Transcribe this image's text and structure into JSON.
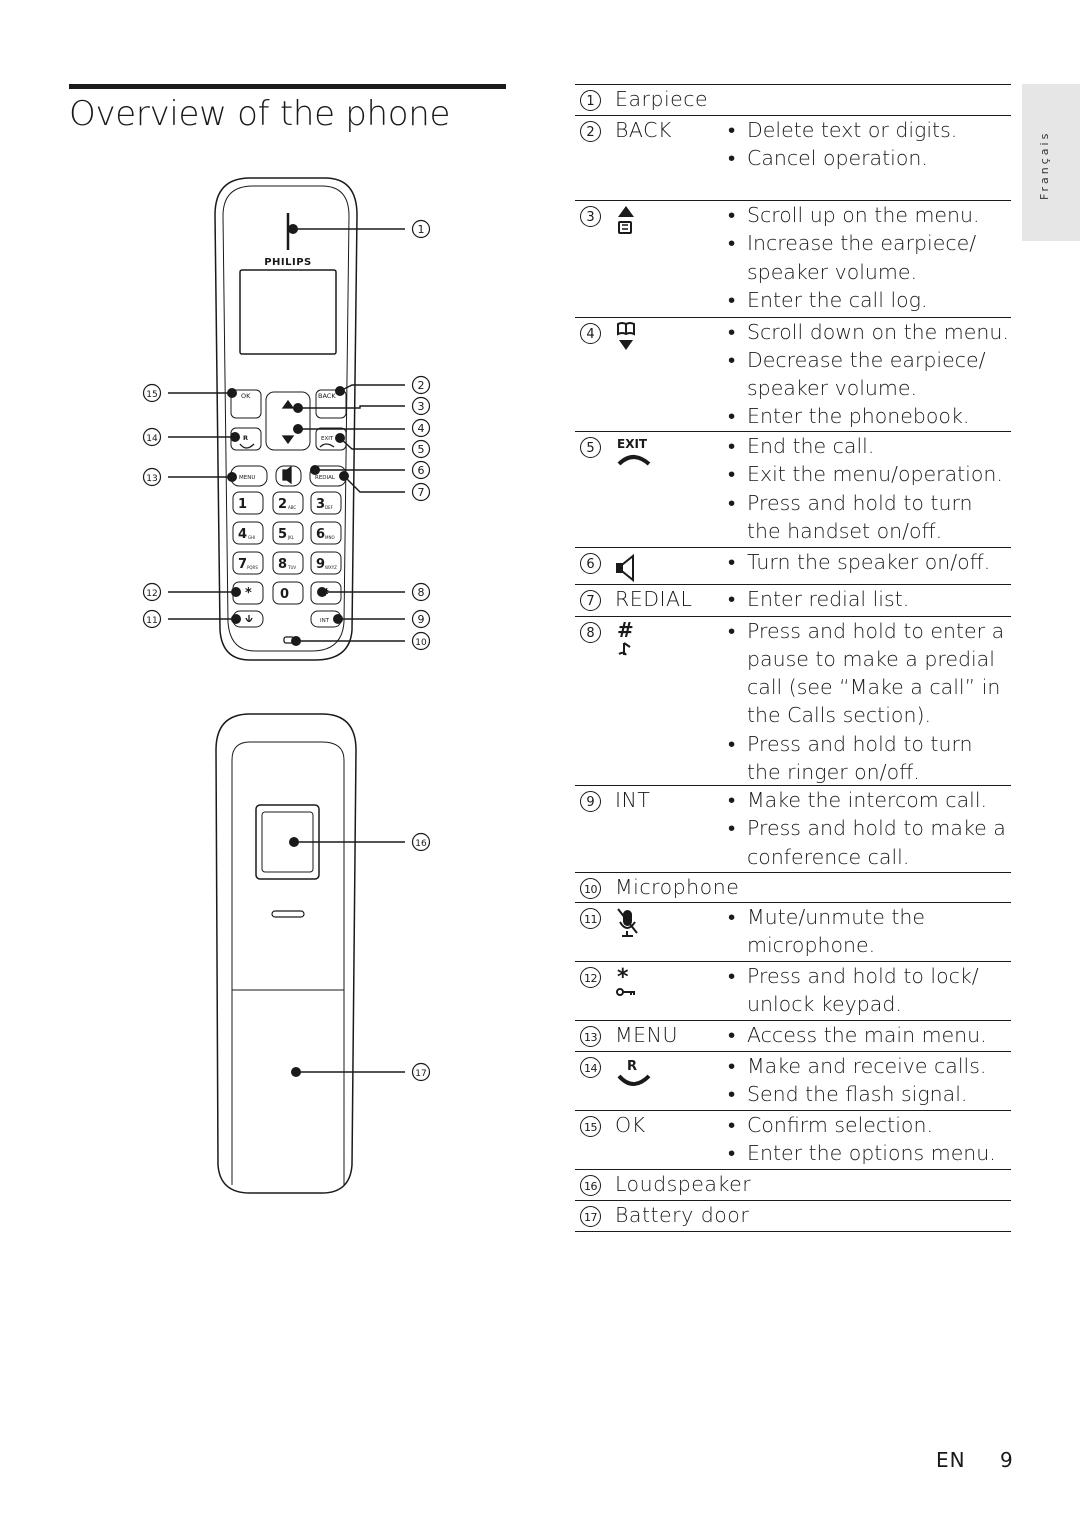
{
  "page": {
    "title": "Overview of the phone",
    "language_tab": "Français",
    "footer_lang": "EN",
    "page_number": "9"
  },
  "diagram": {
    "brand": "PHILIPS",
    "callout_numbers": [
      "1",
      "2",
      "3",
      "4",
      "5",
      "6",
      "7",
      "8",
      "9",
      "10",
      "11",
      "12",
      "13",
      "14",
      "15",
      "16",
      "17"
    ],
    "keys": {
      "ok": "OK",
      "back": "BACK",
      "exit": "EXIT",
      "r": "R",
      "menu": "MENU",
      "redial": "REDIAL",
      "int": "INT",
      "k1": "1",
      "k2": "2",
      "k2s": "ABC",
      "k3": "3",
      "k3s": "DEF",
      "k4": "4",
      "k4s": "GHI",
      "k5": "5",
      "k5s": "JKL",
      "k6": "6",
      "k6s": "MNO",
      "k7": "7",
      "k7s": "PQRS",
      "k8": "8",
      "k8s": "TUV",
      "k9": "9",
      "k9s": "WXYZ",
      "k0": "0",
      "kstar": "*",
      "khash": "#"
    }
  },
  "table": {
    "rows": [
      {
        "num": "1",
        "key": "Earpiece",
        "items": []
      },
      {
        "num": "2",
        "key": "BACK",
        "items": [
          "Delete text or digits.",
          "Cancel operation."
        ]
      },
      {
        "num": "3",
        "icon": "up-arrow-call-log-icon",
        "items": [
          "Scroll up on the menu.",
          "Increase the earpiece/ speaker volume.",
          "Enter the call log."
        ]
      },
      {
        "num": "4",
        "icon": "phonebook-down-arrow-icon",
        "items": [
          "Scroll down on the menu.",
          "Decrease the earpiece/ speaker volume.",
          "Enter the phonebook."
        ]
      },
      {
        "num": "5",
        "icon": "exit-hangup-icon",
        "icon_label": "EXIT",
        "items": [
          "End the call.",
          "Exit the menu/operation.",
          "Press and hold to turn the handset on/off."
        ]
      },
      {
        "num": "6",
        "icon": "speaker-icon",
        "items": [
          "Turn the speaker on/off."
        ]
      },
      {
        "num": "7",
        "key": "REDIAL",
        "items": [
          "Enter redial list."
        ]
      },
      {
        "num": "8",
        "icon": "hash-ringer-icon",
        "icon_label": "#",
        "items": [
          "Press and hold to enter a pause to make a predial call (see “Make a call” in the Calls section).",
          "Press and hold to turn the ringer on/off."
        ]
      },
      {
        "num": "9",
        "key": "INT",
        "items": [
          "Make the intercom call.",
          "Press and hold to make a conference call."
        ]
      },
      {
        "num": "10",
        "key": "Microphone",
        "items": []
      },
      {
        "num": "11",
        "icon": "mute-microphone-icon",
        "items": [
          "Mute/unmute the microphone."
        ]
      },
      {
        "num": "12",
        "icon": "star-lock-icon",
        "icon_label": "*",
        "items": [
          "Press and hold to lock/ unlock keypad."
        ]
      },
      {
        "num": "13",
        "key": "MENU",
        "items": [
          "Access the main menu."
        ]
      },
      {
        "num": "14",
        "icon": "talk-r-icon",
        "icon_label": "R",
        "items": [
          "Make and receive calls.",
          "Send the flash signal."
        ]
      },
      {
        "num": "15",
        "key": "OK",
        "items": [
          "Confirm selection.",
          "Enter the options menu."
        ]
      },
      {
        "num": "16",
        "key": "Loudspeaker",
        "items": []
      },
      {
        "num": "17",
        "key": "Battery door",
        "items": []
      }
    ]
  }
}
